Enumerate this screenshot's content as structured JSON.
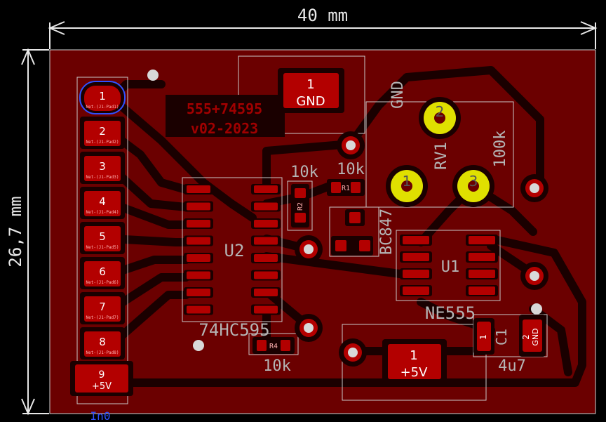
{
  "board": {
    "width_label": "40 mm",
    "height_label": "26,7 mm",
    "title_line1": "555+74595",
    "title_line2": "v02-2023"
  },
  "colors": {
    "background": "#000000",
    "copper": "#6b0000",
    "track": "#1a0000",
    "pad": "#b30000",
    "silk": "#b4b4b4",
    "via_ring": "#e0e000",
    "edge": "#d0d0d0"
  },
  "connector": {
    "pins": [
      {
        "num": "1",
        "net": "Net-(J1-Pad1)"
      },
      {
        "num": "2",
        "net": "Net-(J1-Pad2)"
      },
      {
        "num": "3",
        "net": "Net-(J1-Pad3)"
      },
      {
        "num": "4",
        "net": "Net-(J1-Pad4)"
      },
      {
        "num": "5",
        "net": "Net-(J1-Pad5)"
      },
      {
        "num": "6",
        "net": "Net-(J1-Pad6)"
      },
      {
        "num": "7",
        "net": "Net-(J1-Pad7)"
      },
      {
        "num": "8",
        "net": "Net-(J1-Pad8)"
      },
      {
        "num": "9",
        "net": "+5V"
      }
    ],
    "ref": "In0"
  },
  "u2": {
    "ref": "U2",
    "value": "74HC595"
  },
  "u1": {
    "ref": "U1",
    "value": "NE555"
  },
  "gnd_pad": {
    "num": "1",
    "net": "GND"
  },
  "vcc_pad": {
    "num": "1",
    "net": "+5V"
  },
  "rv1": {
    "ref": "RV1",
    "value": "100k",
    "pins": [
      "1",
      "2",
      "3"
    ],
    "gnd": "GND"
  },
  "r1": {
    "ref": "R1",
    "value": "10k"
  },
  "r2": {
    "ref": "R2",
    "value": "10k"
  },
  "r4": {
    "ref": "R4",
    "value": "10k"
  },
  "q1": {
    "value": "BC847"
  },
  "c1": {
    "ref": "C1",
    "value": "4u7",
    "pins": [
      "1",
      "2"
    ],
    "net2": "GND"
  }
}
